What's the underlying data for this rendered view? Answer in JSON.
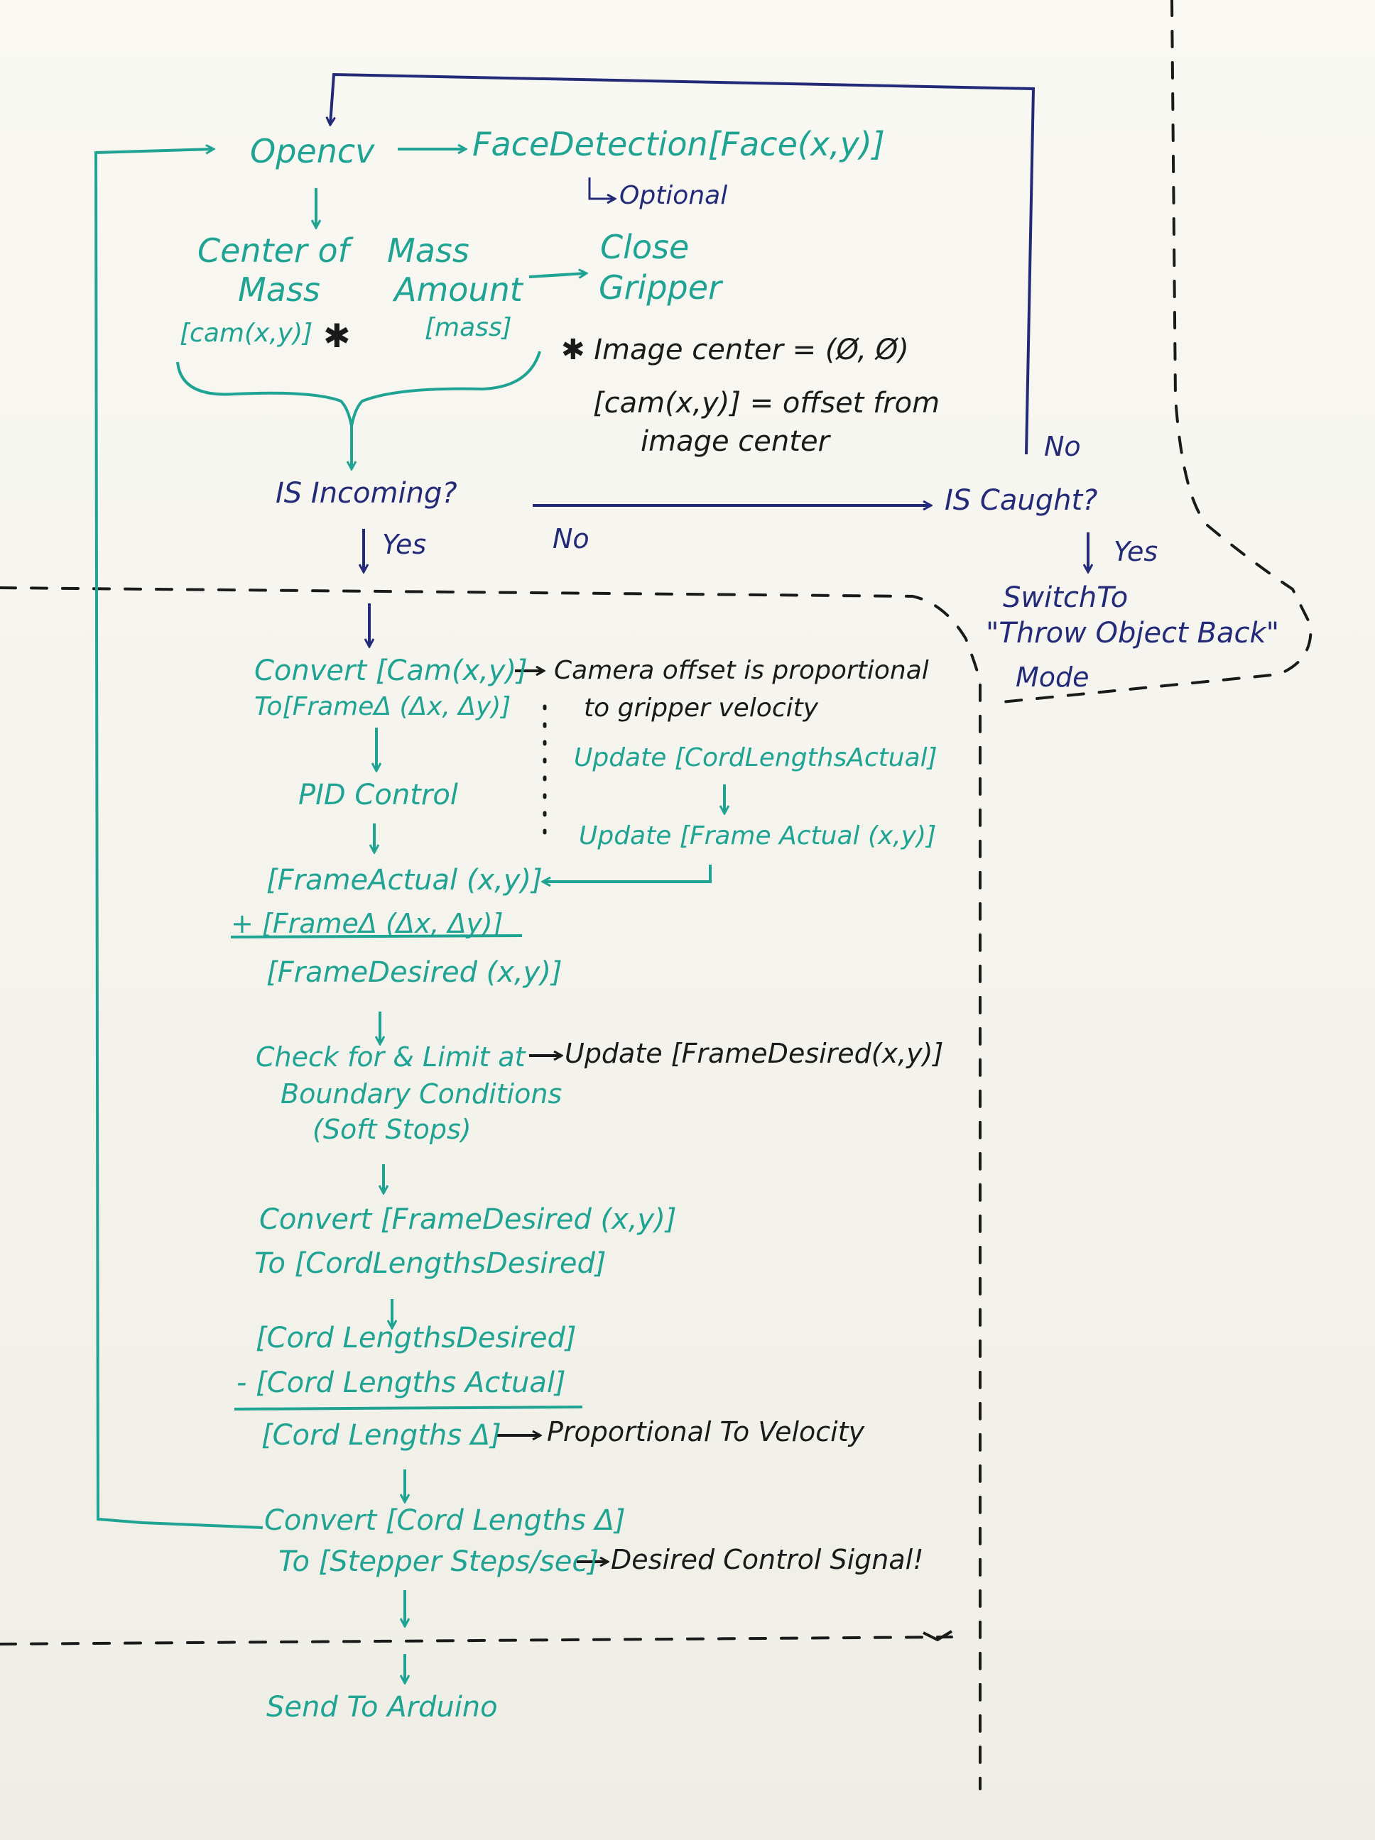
{
  "colors": {
    "green": "#1fa392",
    "navy": "#232a78",
    "black": "#1a1a1a"
  },
  "opencv": "Opencv",
  "face_detection": "FaceDetection[Face(x,y)]",
  "optional": "Optional",
  "center_of": "Center of",
  "mass": "Mass",
  "mass_amount_1": "Mass",
  "mass_amount_2": "Amount",
  "close": "Close",
  "gripper": "Gripper",
  "cam_xy": "[cam(x,y)]",
  "asterisk": "✱",
  "mass_bracket": "[mass]",
  "image_center": "✱ Image center = (Ø, Ø)",
  "cam_offset_1": "[cam(x,y)] = offset from",
  "cam_offset_2": "image center",
  "is_incoming": "IS Incoming?",
  "yes_1": "Yes",
  "no_1": "No",
  "is_caught": "IS Caught?",
  "no_2": "No",
  "yes_2": "Yes",
  "switch_to": "SwitchTo",
  "throw_back": "\"Throw Object Back\"",
  "mode": "Mode",
  "convert_cam": "Convert [Cam(x,y)]",
  "to_frame_delta": "To[FrameΔ (Δx, Δy)]",
  "camera_offset_1": "Camera offset is proportional",
  "camera_offset_2": "to gripper velocity",
  "update_cord": "Update [CordLengthsActual]",
  "update_frame": "Update [Frame Actual (x,y)]",
  "pid": "PID Control",
  "frame_actual": "[FrameActual (x,y)]",
  "plus_frame_delta": "+ [FrameΔ (Δx, Δy)]",
  "frame_desired": "[FrameDesired (x,y)]",
  "check_1": "Check for & Limit at",
  "check_2": "Boundary Conditions",
  "check_3": "(Soft Stops)",
  "update_frame_desired": "Update [FrameDesired(x,y)]",
  "convert_frame_desired": "Convert [FrameDesired (x,y)]",
  "to_cord_desired": "To [CordLengthsDesired]",
  "cord_desired": "[Cord LengthsDesired]",
  "minus_cord_actual": "- [Cord Lengths Actual]",
  "cord_delta": "[Cord Lengths Δ]",
  "proportional": "Proportional To Velocity",
  "convert_cord_delta": "Convert [Cord Lengths Δ]",
  "to_stepper": "To [Stepper Steps/sec]",
  "desired_control": "Desired Control Signal!",
  "send_arduino": "Send To Arduino"
}
